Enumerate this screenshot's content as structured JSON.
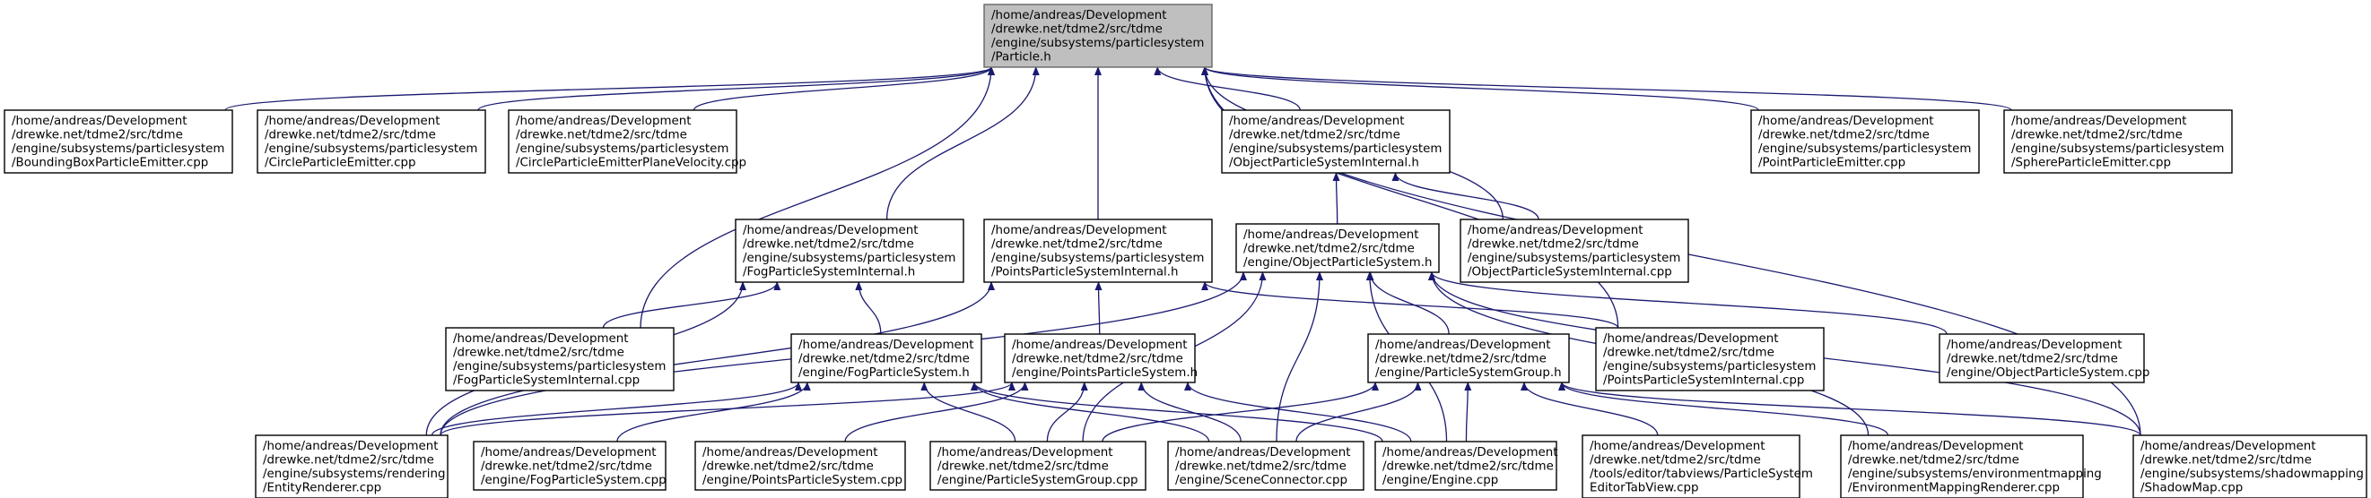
{
  "graph": {
    "type": "include-dependency-graph",
    "colors": {
      "edge": "#191970",
      "root_fill": "#bfbfbf",
      "node_fill": "#ffffff"
    },
    "nodes": [
      {
        "id": "particle_h",
        "root": true,
        "lines": [
          "/home/andreas/Development",
          "/drewke.net/tdme2/src/tdme",
          "/engine/subsystems/particlesystem",
          "/Particle.h"
        ]
      },
      {
        "id": "bbox_emitter",
        "lines": [
          "/home/andreas/Development",
          "/drewke.net/tdme2/src/tdme",
          "/engine/subsystems/particlesystem",
          "/BoundingBoxParticleEmitter.cpp"
        ]
      },
      {
        "id": "circle_emitter",
        "lines": [
          "/home/andreas/Development",
          "/drewke.net/tdme2/src/tdme",
          "/engine/subsystems/particlesystem",
          "/CircleParticleEmitter.cpp"
        ]
      },
      {
        "id": "circle_plane_emitter",
        "lines": [
          "/home/andreas/Development",
          "/drewke.net/tdme2/src/tdme",
          "/engine/subsystems/particlesystem",
          "/CircleParticleEmitterPlaneVelocity.cpp"
        ]
      },
      {
        "id": "obj_ps_internal_h",
        "lines": [
          "/home/andreas/Development",
          "/drewke.net/tdme2/src/tdme",
          "/engine/subsystems/particlesystem",
          "/ObjectParticleSystemInternal.h"
        ]
      },
      {
        "id": "point_emitter",
        "lines": [
          "/home/andreas/Development",
          "/drewke.net/tdme2/src/tdme",
          "/engine/subsystems/particlesystem",
          "/PointParticleEmitter.cpp"
        ]
      },
      {
        "id": "sphere_emitter",
        "lines": [
          "/home/andreas/Development",
          "/drewke.net/tdme2/src/tdme",
          "/engine/subsystems/particlesystem",
          "/SphereParticleEmitter.cpp"
        ]
      },
      {
        "id": "fog_ps_internal_h",
        "lines": [
          "/home/andreas/Development",
          "/drewke.net/tdme2/src/tdme",
          "/engine/subsystems/particlesystem",
          "/FogParticleSystemInternal.h"
        ]
      },
      {
        "id": "points_ps_internal_h",
        "lines": [
          "/home/andreas/Development",
          "/drewke.net/tdme2/src/tdme",
          "/engine/subsystems/particlesystem",
          "/PointsParticleSystemInternal.h"
        ]
      },
      {
        "id": "object_ps_h",
        "lines": [
          "/home/andreas/Development",
          "/drewke.net/tdme2/src/tdme",
          "/engine/ObjectParticleSystem.h"
        ]
      },
      {
        "id": "obj_ps_internal_cpp",
        "lines": [
          "/home/andreas/Development",
          "/drewke.net/tdme2/src/tdme",
          "/engine/subsystems/particlesystem",
          "/ObjectParticleSystemInternal.cpp"
        ]
      },
      {
        "id": "fog_ps_internal_cpp",
        "lines": [
          "/home/andreas/Development",
          "/drewke.net/tdme2/src/tdme",
          "/engine/subsystems/particlesystem",
          "/FogParticleSystemInternal.cpp"
        ]
      },
      {
        "id": "fog_ps_h",
        "lines": [
          "/home/andreas/Development",
          "/drewke.net/tdme2/src/tdme",
          "/engine/FogParticleSystem.h"
        ]
      },
      {
        "id": "points_ps_h",
        "lines": [
          "/home/andreas/Development",
          "/drewke.net/tdme2/src/tdme",
          "/engine/PointsParticleSystem.h"
        ]
      },
      {
        "id": "ps_group_h",
        "lines": [
          "/home/andreas/Development",
          "/drewke.net/tdme2/src/tdme",
          "/engine/ParticleSystemGroup.h"
        ]
      },
      {
        "id": "points_ps_internal_cpp",
        "lines": [
          "/home/andreas/Development",
          "/drewke.net/tdme2/src/tdme",
          "/engine/subsystems/particlesystem",
          "/PointsParticleSystemInternal.cpp"
        ]
      },
      {
        "id": "object_ps_cpp",
        "lines": [
          "/home/andreas/Development",
          "/drewke.net/tdme2/src/tdme",
          "/engine/ObjectParticleSystem.cpp"
        ]
      },
      {
        "id": "entity_renderer",
        "lines": [
          "/home/andreas/Development",
          "/drewke.net/tdme2/src/tdme",
          "/engine/subsystems/rendering",
          "/EntityRenderer.cpp"
        ]
      },
      {
        "id": "fog_ps_cpp",
        "lines": [
          "/home/andreas/Development",
          "/drewke.net/tdme2/src/tdme",
          "/engine/FogParticleSystem.cpp"
        ]
      },
      {
        "id": "points_ps_cpp",
        "lines": [
          "/home/andreas/Development",
          "/drewke.net/tdme2/src/tdme",
          "/engine/PointsParticleSystem.cpp"
        ]
      },
      {
        "id": "ps_group_cpp",
        "lines": [
          "/home/andreas/Development",
          "/drewke.net/tdme2/src/tdme",
          "/engine/ParticleSystemGroup.cpp"
        ]
      },
      {
        "id": "scene_connector",
        "lines": [
          "/home/andreas/Development",
          "/drewke.net/tdme2/src/tdme",
          "/engine/SceneConnector.cpp"
        ]
      },
      {
        "id": "engine_cpp",
        "lines": [
          "/home/andreas/Development",
          "/drewke.net/tdme2/src/tdme",
          "/engine/Engine.cpp"
        ]
      },
      {
        "id": "ps_editor_tabview",
        "lines": [
          "/home/andreas/Development",
          "/drewke.net/tdme2/src/tdme",
          "/tools/editor/tabviews/ParticleSystem",
          "EditorTabView.cpp"
        ]
      },
      {
        "id": "env_mapping_renderer",
        "lines": [
          "/home/andreas/Development",
          "/drewke.net/tdme2/src/tdme",
          "/engine/subsystems/environmentmapping",
          "/EnvironmentMappingRenderer.cpp"
        ]
      },
      {
        "id": "shadow_map",
        "lines": [
          "/home/andreas/Development",
          "/drewke.net/tdme2/src/tdme",
          "/engine/subsystems/shadowmapping",
          "/ShadowMap.cpp"
        ]
      }
    ],
    "edges": [
      [
        "bbox_emitter",
        "particle_h"
      ],
      [
        "circle_emitter",
        "particle_h"
      ],
      [
        "circle_plane_emitter",
        "particle_h"
      ],
      [
        "obj_ps_internal_h",
        "particle_h"
      ],
      [
        "point_emitter",
        "particle_h"
      ],
      [
        "sphere_emitter",
        "particle_h"
      ],
      [
        "fog_ps_internal_h",
        "particle_h"
      ],
      [
        "points_ps_internal_h",
        "particle_h"
      ],
      [
        "obj_ps_internal_cpp",
        "particle_h"
      ],
      [
        "fog_ps_internal_cpp",
        "particle_h"
      ],
      [
        "points_ps_internal_cpp",
        "particle_h"
      ],
      [
        "shadow_map",
        "particle_h"
      ],
      [
        "object_ps_h",
        "obj_ps_internal_h"
      ],
      [
        "obj_ps_internal_cpp",
        "obj_ps_internal_h"
      ],
      [
        "fog_ps_internal_cpp",
        "fog_ps_internal_h"
      ],
      [
        "fog_ps_h",
        "fog_ps_internal_h"
      ],
      [
        "entity_renderer",
        "fog_ps_internal_h"
      ],
      [
        "points_ps_h",
        "points_ps_internal_h"
      ],
      [
        "points_ps_internal_cpp",
        "points_ps_internal_h"
      ],
      [
        "entity_renderer",
        "points_ps_internal_h"
      ],
      [
        "ps_group_h",
        "object_ps_h"
      ],
      [
        "object_ps_cpp",
        "object_ps_h"
      ],
      [
        "ps_group_cpp",
        "object_ps_h"
      ],
      [
        "scene_connector",
        "object_ps_h"
      ],
      [
        "engine_cpp",
        "object_ps_h"
      ],
      [
        "env_mapping_renderer",
        "object_ps_h"
      ],
      [
        "shadow_map",
        "object_ps_h"
      ],
      [
        "entity_renderer",
        "object_ps_h"
      ],
      [
        "entity_renderer",
        "fog_ps_h"
      ],
      [
        "fog_ps_cpp",
        "fog_ps_h"
      ],
      [
        "ps_group_cpp",
        "fog_ps_h"
      ],
      [
        "scene_connector",
        "fog_ps_h"
      ],
      [
        "engine_cpp",
        "fog_ps_h"
      ],
      [
        "entity_renderer",
        "points_ps_h"
      ],
      [
        "points_ps_cpp",
        "points_ps_h"
      ],
      [
        "ps_group_cpp",
        "points_ps_h"
      ],
      [
        "scene_connector",
        "points_ps_h"
      ],
      [
        "engine_cpp",
        "points_ps_h"
      ],
      [
        "ps_group_cpp",
        "ps_group_h"
      ],
      [
        "scene_connector",
        "ps_group_h"
      ],
      [
        "engine_cpp",
        "ps_group_h"
      ],
      [
        "ps_editor_tabview",
        "ps_group_h"
      ],
      [
        "env_mapping_renderer",
        "ps_group_h"
      ],
      [
        "shadow_map",
        "ps_group_h"
      ]
    ]
  }
}
